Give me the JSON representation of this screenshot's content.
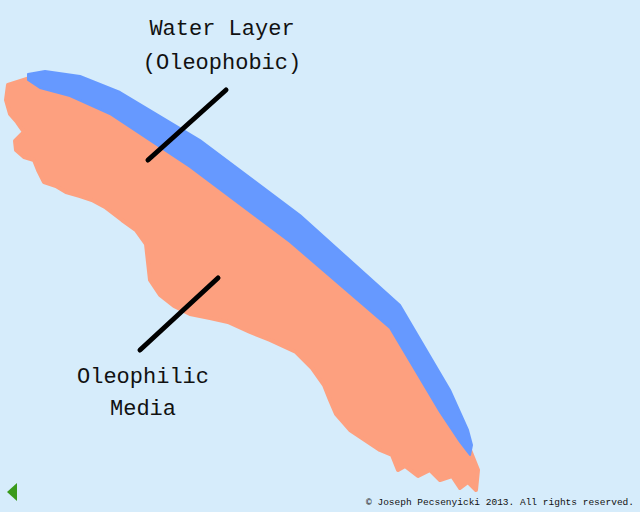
{
  "diagram": {
    "labels": [
      "Water Layer (Oleophobic)",
      "Oleophilic Media",
      "© Joseph Pecsenyicki 2013. All rights reserved."
    ]
  }
}
